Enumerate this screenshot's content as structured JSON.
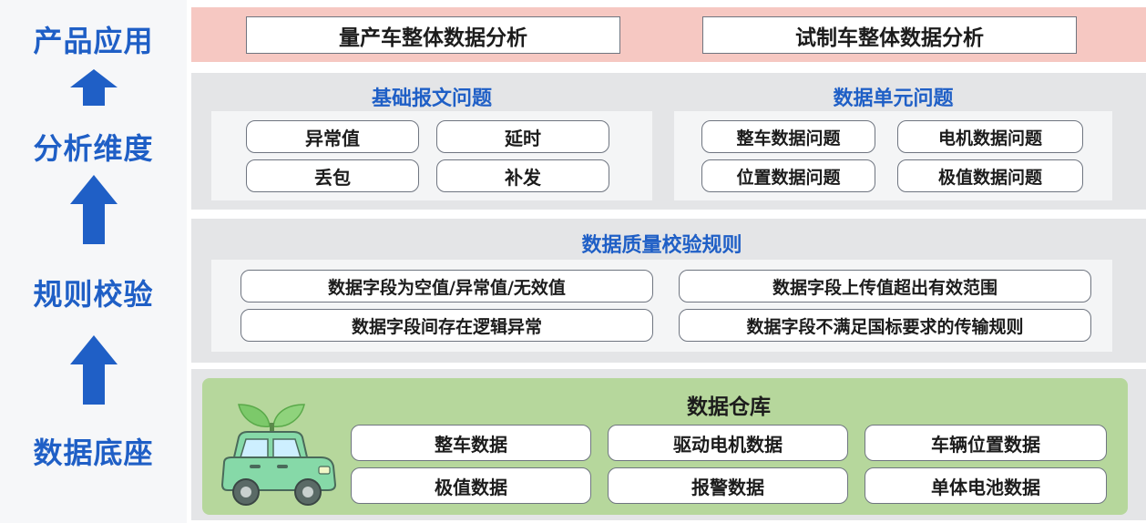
{
  "stages": {
    "product": "产品应用",
    "dimension": "分析维度",
    "rule": "规则校验",
    "base": "数据底座"
  },
  "application": {
    "items": [
      "量产车整体数据分析",
      "试制车整体数据分析"
    ]
  },
  "dimension": {
    "groups": [
      {
        "title": "基础报文问题",
        "items": [
          "异常值",
          "延时",
          "丢包",
          "补发"
        ]
      },
      {
        "title": "数据单元问题",
        "items": [
          "整车数据问题",
          "电机数据问题",
          "位置数据问题",
          "极值数据问题"
        ]
      }
    ]
  },
  "rules": {
    "title": "数据质量校验规则",
    "items": [
      "数据字段为空值/异常值/无效值",
      "数据字段上传值超出有效范围",
      "数据字段间存在逻辑异常",
      "数据字段不满足国标要求的传输规则"
    ]
  },
  "warehouse": {
    "title": "数据仓库",
    "items": [
      "整车数据",
      "驱动电机数据",
      "车辆位置数据",
      "极值数据",
      "报警数据",
      "单体电池数据"
    ]
  },
  "colors": {
    "accent": "#1f5fc6",
    "application_band": "#f6c8c2",
    "layer_band": "#e4e5e7",
    "warehouse_band": "#b6d79c",
    "car_body": "#86d9a8",
    "leaf": "#7cc96a"
  },
  "icons": [
    "up-arrow-icon",
    "car-with-leaves-icon"
  ]
}
